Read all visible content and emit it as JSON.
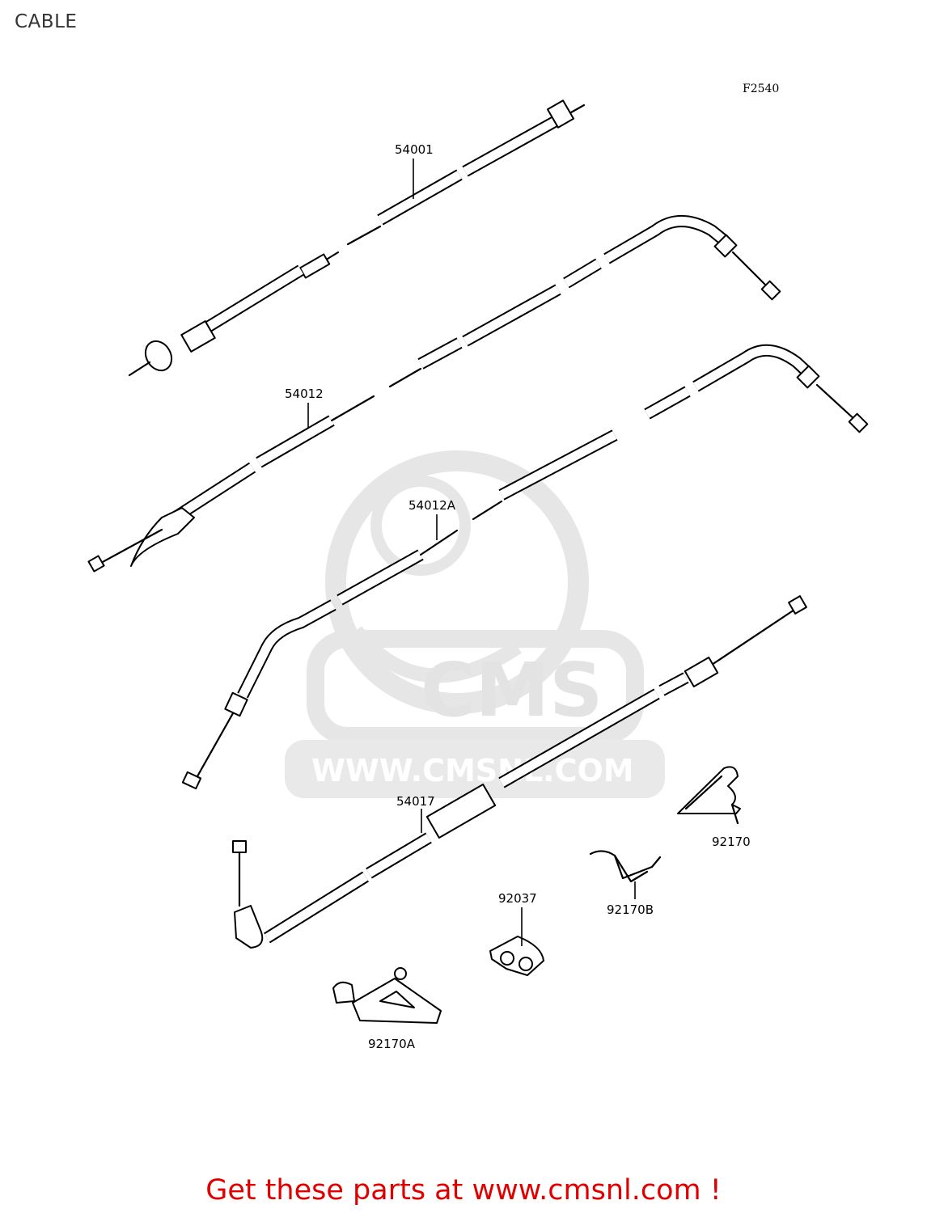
{
  "page": {
    "title": "CABLE"
  },
  "figure": {
    "code": "F2540"
  },
  "watermark": {
    "brand": "CMS",
    "url": "WWW.CMSNL.COM"
  },
  "callouts": {
    "c54001": "54001",
    "c54012": "54012",
    "c54012A": "54012A",
    "c54017": "54017",
    "c92170": "92170",
    "c92170B": "92170B",
    "c92037": "92037",
    "c92170A": "92170A"
  },
  "footer": {
    "text": "Get these parts at www.cmsnl.com !"
  }
}
